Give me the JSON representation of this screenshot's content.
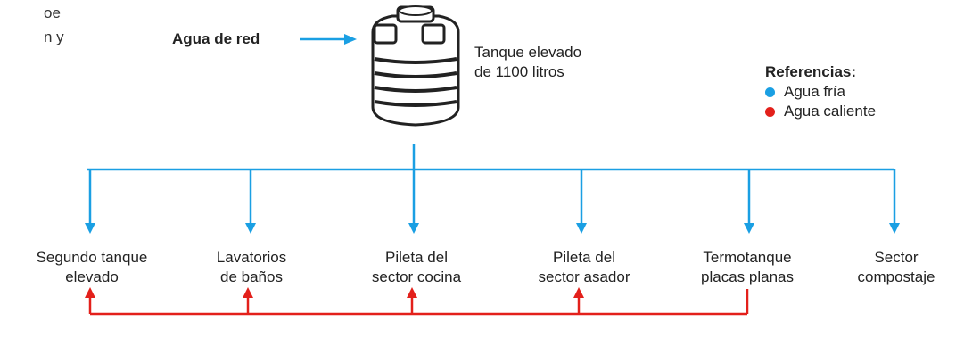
{
  "clipped_text": {
    "line1": "oe",
    "line2": "n y"
  },
  "water_source": "Agua de red",
  "tank": {
    "line1": "Tanque elevado",
    "line2": "de 1100 litros"
  },
  "legend": {
    "title": "Referencias:",
    "items": [
      {
        "label": "Agua fría",
        "color": "#1a9fe3"
      },
      {
        "label": "Agua caliente",
        "color": "#e3201b"
      }
    ]
  },
  "destinations": [
    {
      "line1": "Segundo tanque",
      "line2": "elevado",
      "cold_supply": true,
      "hot_supply": true
    },
    {
      "line1": "Lavatorios",
      "line2": "de baños",
      "cold_supply": true,
      "hot_supply": true
    },
    {
      "line1": "Pileta del",
      "line2": "sector cocina",
      "cold_supply": true,
      "hot_supply": true
    },
    {
      "line1": "Pileta del",
      "line2": "sector asador",
      "cold_supply": true,
      "hot_supply": true
    },
    {
      "line1": "Termotanque",
      "line2": "placas planas",
      "cold_supply": true,
      "hot_source": true
    },
    {
      "line1": "Sector",
      "line2": "compostaje",
      "cold_supply": true
    }
  ],
  "colors": {
    "cold": "#1a9fe3",
    "hot": "#e3201b"
  }
}
